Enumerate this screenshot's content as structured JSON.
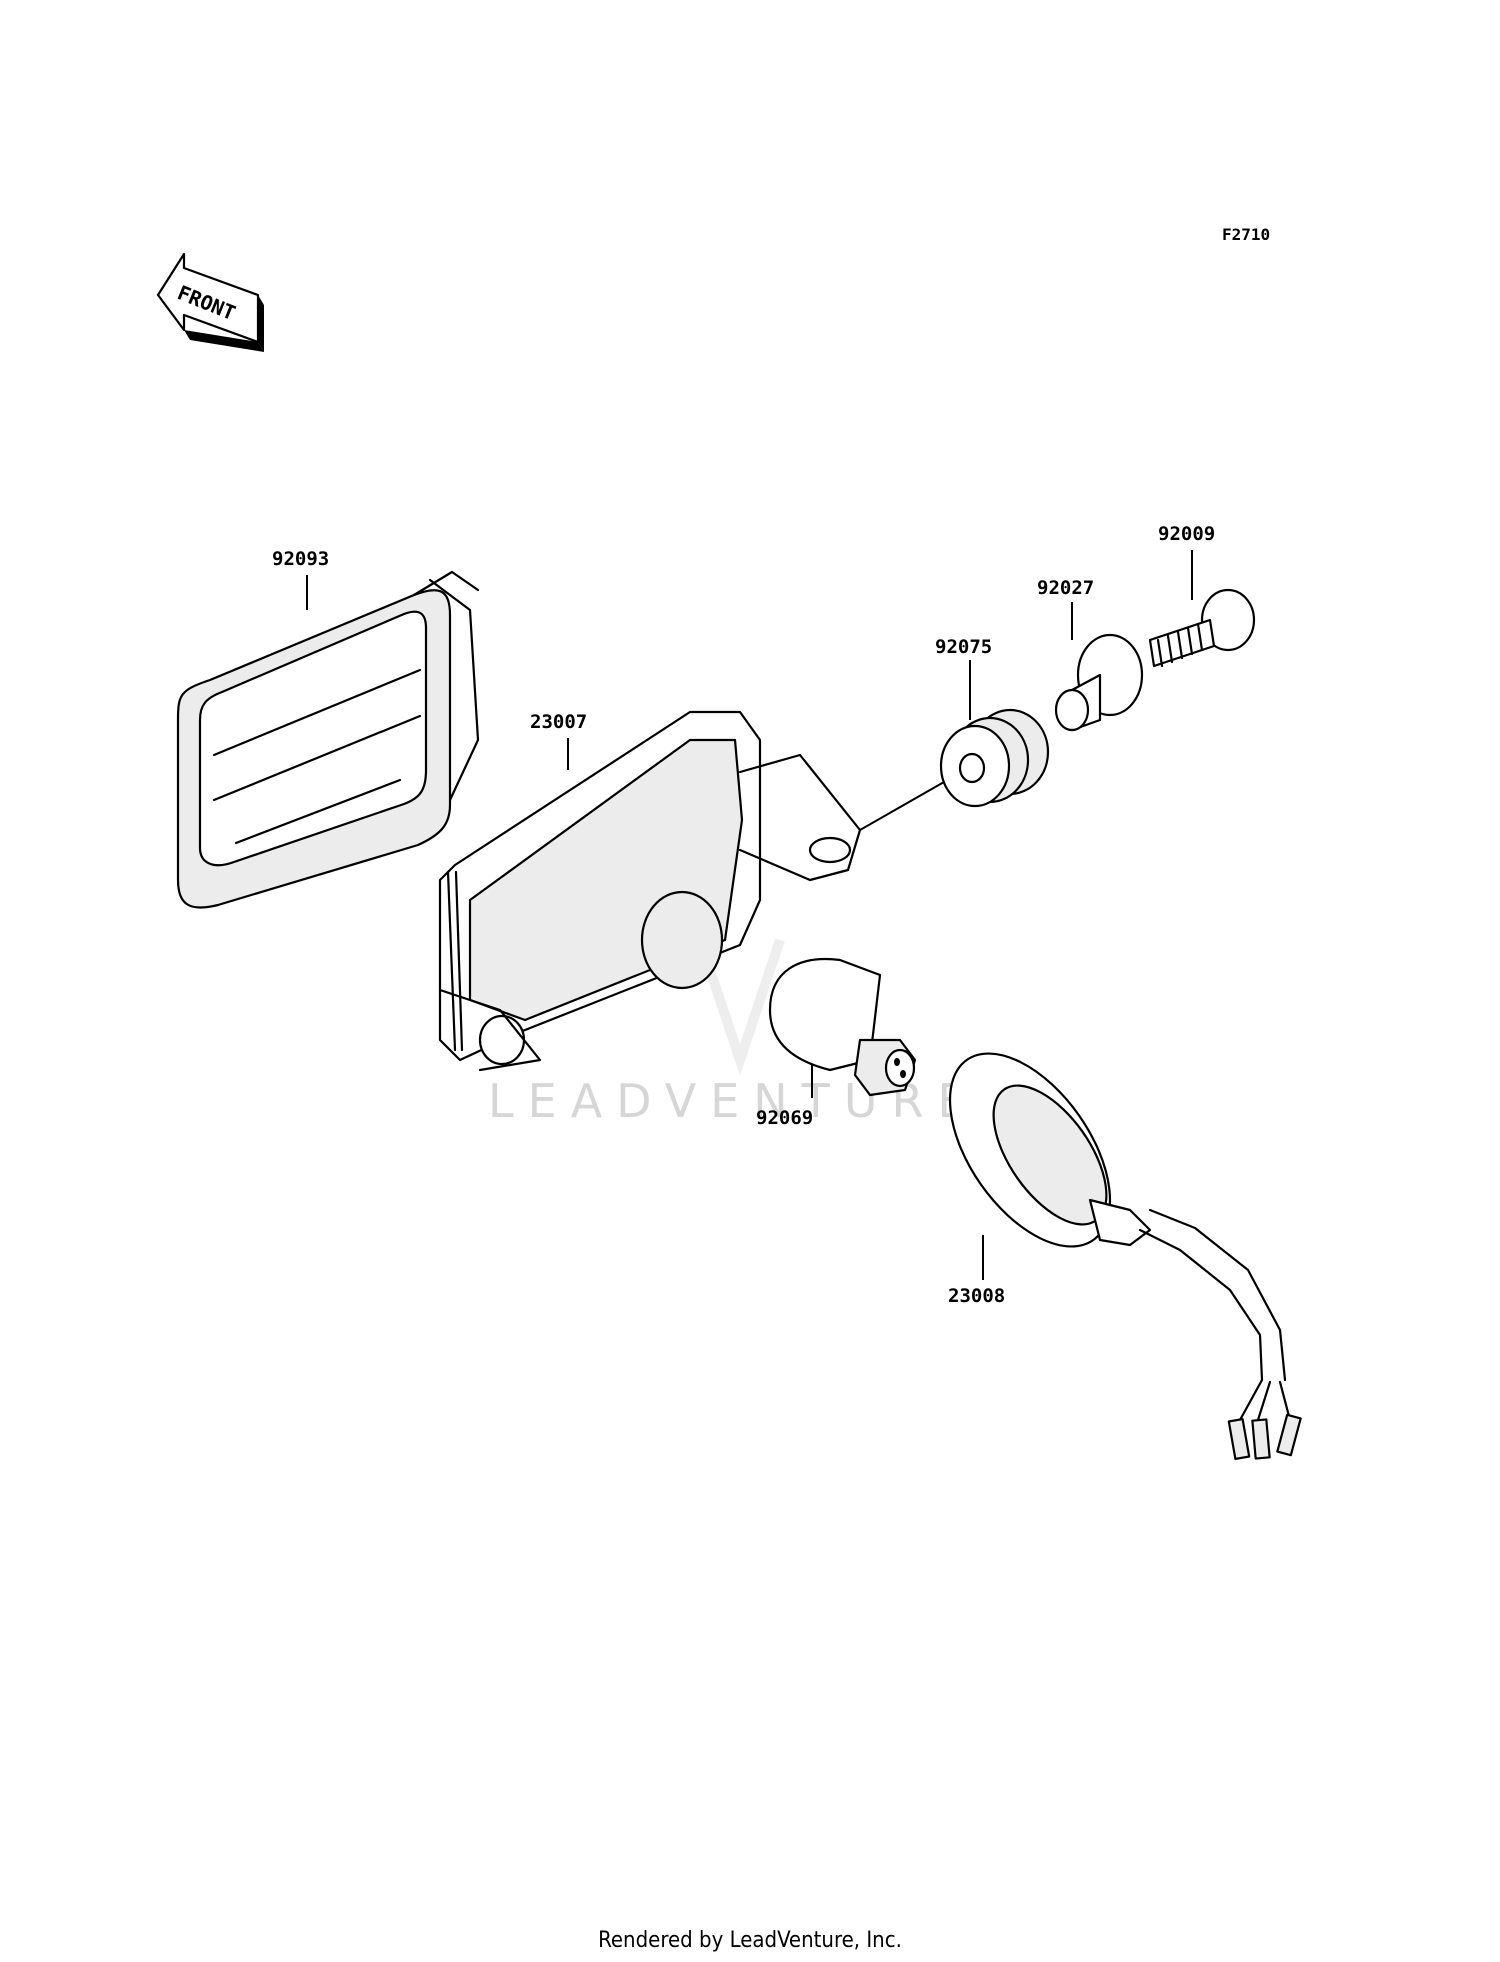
{
  "diagram": {
    "code": "F2710",
    "direction_label": "FRONT",
    "watermark": "LEADVENTURE",
    "parts": [
      {
        "number": "92093"
      },
      {
        "number": "23007"
      },
      {
        "number": "92075"
      },
      {
        "number": "92027"
      },
      {
        "number": "92009"
      },
      {
        "number": "92069"
      },
      {
        "number": "23008"
      }
    ]
  },
  "footer": {
    "text": "Rendered by LeadVenture, Inc."
  }
}
